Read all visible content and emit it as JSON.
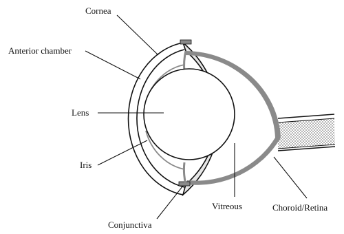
{
  "diagram": {
    "labels": {
      "cornea": "Cornea",
      "anterior_chamber": "Anterior chamber",
      "lens": "Lens",
      "iris": "Iris",
      "conjunctiva": "Conjunctiva",
      "vitreous": "Vitreous",
      "choroid_retina": "Choroid/Retina"
    },
    "colors": {
      "outline": "#111111",
      "sclera_fill": "#e6e6e6",
      "choroid_retina": "#8a8a8a",
      "optic_nerve_dots": "#555555",
      "background": "#ffffff"
    }
  }
}
